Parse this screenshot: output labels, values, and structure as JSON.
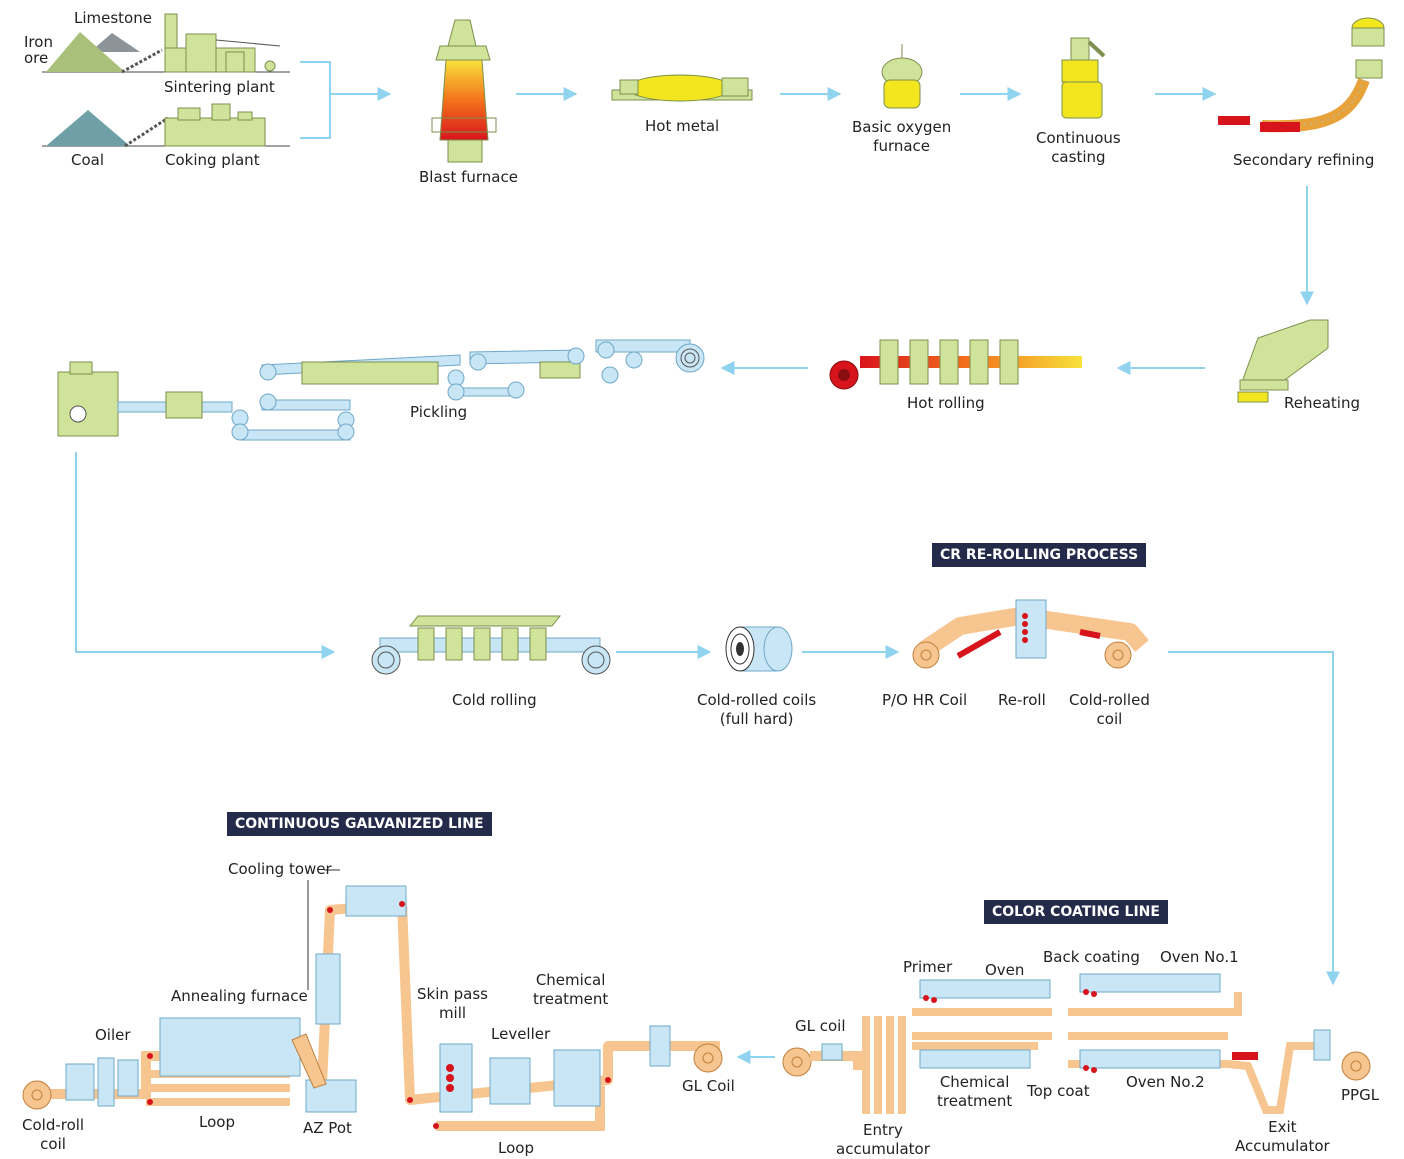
{
  "colors": {
    "arrow": "#8fd3ef",
    "machine_green": "#cfe39a",
    "machine_green_dark": "#7d8f4e",
    "strip_blue": "#c8e6f5",
    "strip_blue_dark": "#6fa8c8",
    "strip_orange": "#f7c690",
    "roller_red": "#d7141c",
    "hot_yellow": "#f2e61e",
    "banner_bg": "#232a4a",
    "banner_text": "#ffffff"
  },
  "row1": {
    "iron_ore": "Iron\nore",
    "limestone": "Limestone",
    "sintering_plant": "Sintering plant",
    "coal": "Coal",
    "coking_plant": "Coking plant",
    "blast_furnace": "Blast furnace",
    "hot_metal": "Hot metal",
    "basic_oxygen_furnace": "Basic oxygen\nfurnace",
    "continuous_casting": "Continuous\ncasting",
    "secondary_refining": "Secondary refining"
  },
  "row2": {
    "reheating": "Reheating",
    "hot_rolling": "Hot rolling",
    "pickling": "Pickling"
  },
  "row3": {
    "cold_rolling": "Cold rolling",
    "cold_rolled_coils": "Cold-rolled coils\n(full hard)",
    "cr_banner": "CR RE-ROLLING PROCESS",
    "po_hr_coil": "P/O HR Coil",
    "re_roll": "Re-roll",
    "cold_rolled_coil": "Cold-rolled\ncoil"
  },
  "galvanized": {
    "banner": "CONTINUOUS GALVANIZED LINE",
    "cooling_tower": "Cooling tower",
    "annealing_furnace": "Annealing furnace",
    "oiler": "Oiler",
    "cold_roll_coil": "Cold-roll\ncoil",
    "loop_1": "Loop",
    "az_pot": "AZ Pot",
    "skin_pass_mill": "Skin pass\nmill",
    "leveller": "Leveller",
    "chemical_treatment": "Chemical\ntreatment",
    "loop_2": "Loop",
    "gl_coil": "GL Coil"
  },
  "color_coating": {
    "banner": "COLOR COATING LINE",
    "gl_coil": "GL coil",
    "primer": "Primer",
    "oven": "Oven",
    "back_coating": "Back coating",
    "oven_no1": "Oven No.1",
    "chemical_treatment": "Chemical\ntreatment",
    "top_coat": "Top coat",
    "oven_no2": "Oven No.2",
    "entry_accumulator": "Entry\naccumulator",
    "exit_accumulator": "Exit\nAccumulator",
    "ppgl": "PPGL"
  }
}
